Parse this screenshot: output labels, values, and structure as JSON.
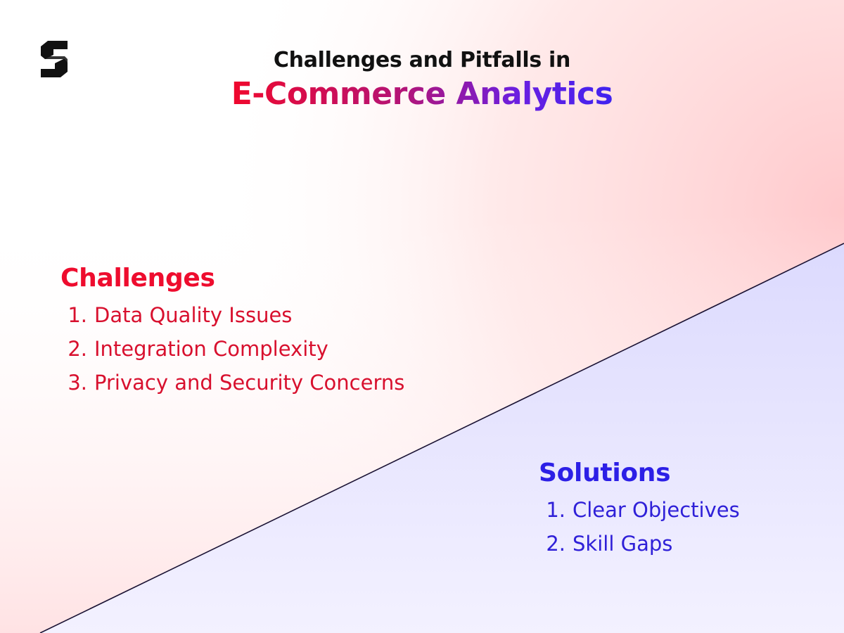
{
  "header": {
    "subtitle": "Challenges and Pitfalls in",
    "title": "E-Commerce Analytics"
  },
  "logo": {
    "icon": "s-logo-icon",
    "color": "#111111"
  },
  "challenges": {
    "heading": "Challenges",
    "color": "#ee0c2e",
    "items": [
      {
        "num": "1.",
        "label": "Data Quality Issues"
      },
      {
        "num": "2.",
        "label": "Integration Complexity"
      },
      {
        "num": "3.",
        "label": "Privacy and Security Concerns"
      }
    ]
  },
  "solutions": {
    "heading": "Solutions",
    "color": "#2c1fe6",
    "items": [
      {
        "num": "1.",
        "label": "Clear Objectives"
      },
      {
        "num": "2.",
        "label": "Skill Gaps"
      }
    ]
  }
}
